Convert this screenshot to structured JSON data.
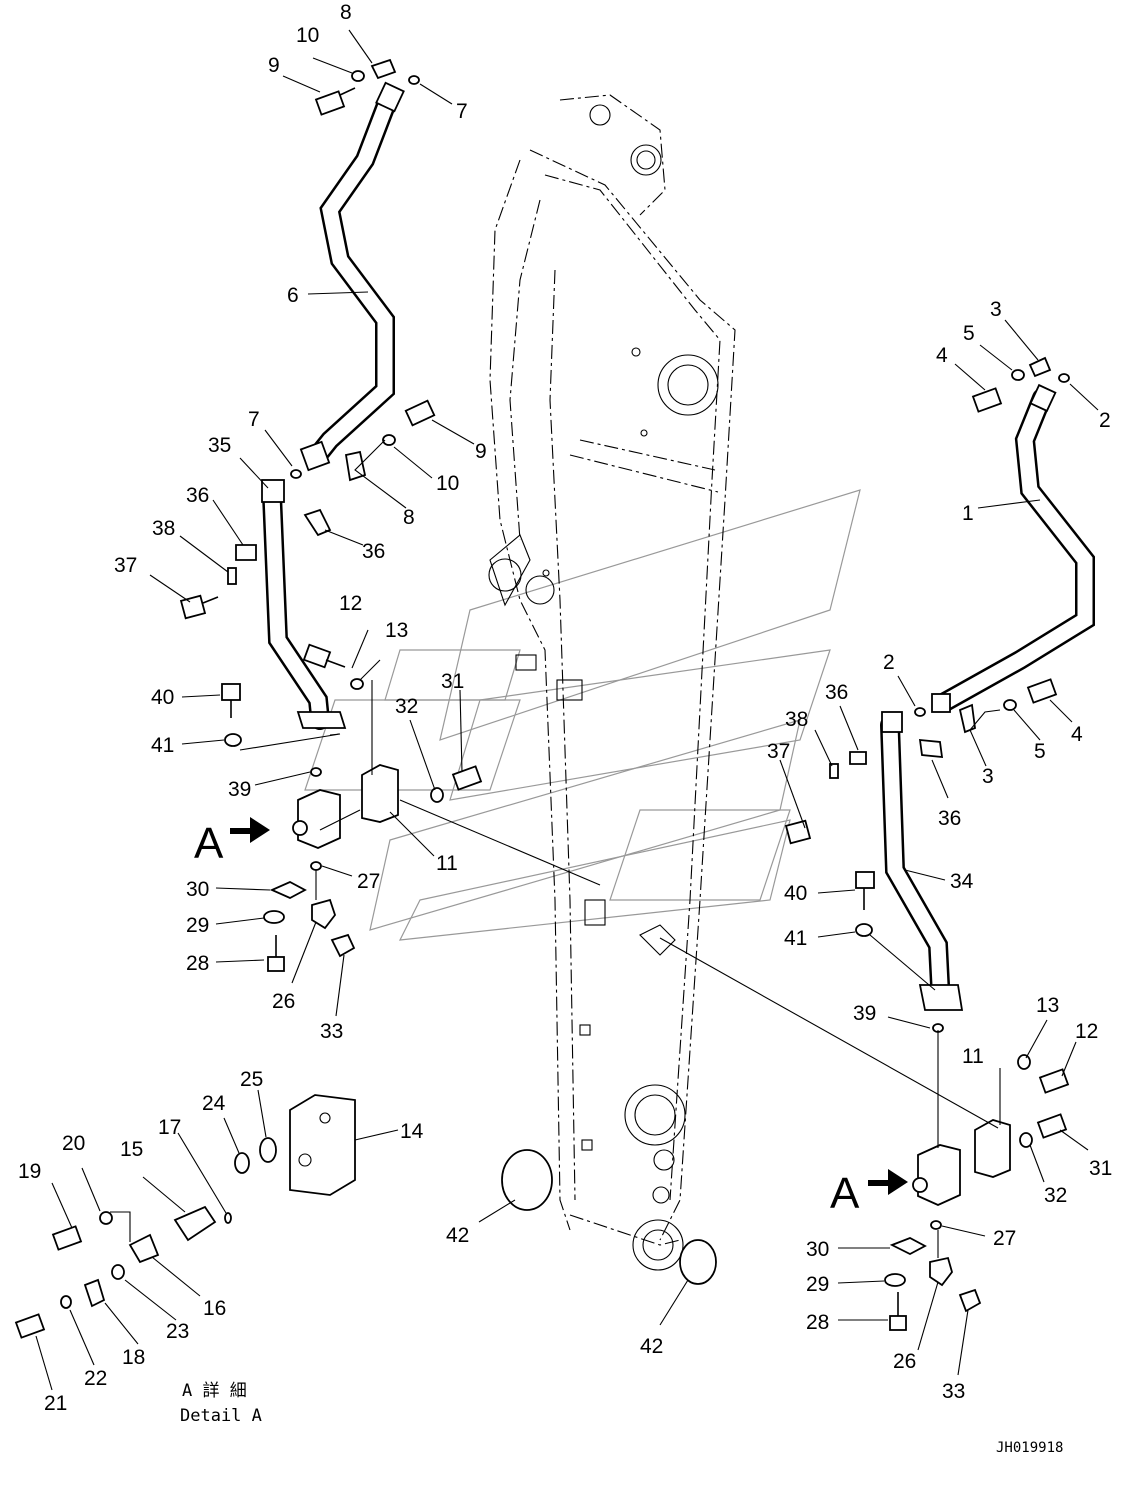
{
  "labels": {
    "p1": "1",
    "p2": "2",
    "p3": "3",
    "p4": "4",
    "p5": "5",
    "p6": "6",
    "p7": "7",
    "p8": "8",
    "p9": "9",
    "p10": "10",
    "p11": "11",
    "p12": "12",
    "p13": "13",
    "p14": "14",
    "p15": "15",
    "p16": "16",
    "p17": "17",
    "p18": "18",
    "p19": "19",
    "p20": "20",
    "p21": "21",
    "p22": "22",
    "p23": "23",
    "p24": "24",
    "p25": "25",
    "p26": "26",
    "p27": "27",
    "p28": "28",
    "p29": "29",
    "p30": "30",
    "p31": "31",
    "p32": "32",
    "p33": "33",
    "p34": "34",
    "p35": "35",
    "p36": "36",
    "p37": "37",
    "p38": "38",
    "p39": "39",
    "p40": "40",
    "p41": "41",
    "p42": "42"
  },
  "view_marker": "A",
  "detail_caption_jp": "A 詳 細",
  "detail_caption_en": "Detail A",
  "drawing_code": "JH019918"
}
